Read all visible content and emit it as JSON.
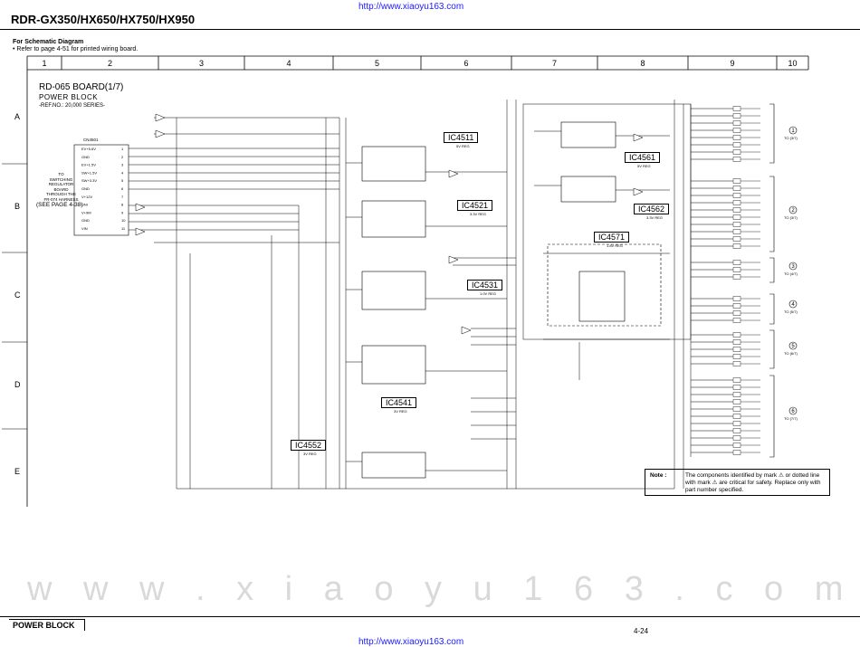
{
  "header": {
    "url": "http://www.xiaoyu163.com",
    "title": "RDR-GX350/HX650/HX750/HX950",
    "note_title": "For Schematic Diagram",
    "note_line": "• Refer to page 4-51 for printed wiring board."
  },
  "grid": {
    "columns": [
      "1",
      "2",
      "3",
      "4",
      "5",
      "6",
      "7",
      "8",
      "9",
      "10"
    ],
    "rows": [
      "A",
      "B",
      "C",
      "D",
      "E"
    ]
  },
  "board": {
    "name": "RD-065 BOARD(1/7)",
    "block": "POWER BLOCK",
    "ref": "-REF.NO.: 20,000 SERIES-"
  },
  "ics": [
    {
      "label": "IC4511",
      "sub": "5V REG"
    },
    {
      "label": "IC4521",
      "sub": "3.3V REG"
    },
    {
      "label": "IC4531",
      "sub": "1.0V REG"
    },
    {
      "label": "IC4541",
      "sub": "3V REG"
    },
    {
      "label": "IC4552",
      "sub": "3V REG"
    },
    {
      "label": "IC4561",
      "sub": "5V REG"
    },
    {
      "label": "IC4562",
      "sub": "3.3V REG"
    },
    {
      "label": "IC4571",
      "sub": "1.8V REG"
    }
  ],
  "connector": {
    "name": "CN4501",
    "pins": [
      "EV+5.6V",
      "GND",
      "EV+1.5V",
      "SW+1.5V",
      "SW+3.3V",
      "GND",
      "V+12V",
      "UNI",
      "V+9M",
      "GND",
      "VIN"
    ]
  },
  "left_labels": {
    "to": "TO",
    "switching": "SWITCHING",
    "regulator": "REGULATOR",
    "board": "BOARD",
    "through": "THROUGH THE",
    "harness": "FR-074 HARNESS",
    "see": "(SEE PAGE 4-38)"
  },
  "right_groups": [
    {
      "num": "1",
      "to": "TO (3/7)"
    },
    {
      "num": "2",
      "to": "TO (3/7)"
    },
    {
      "num": "3",
      "to": "TO (4/7)"
    },
    {
      "num": "4",
      "to": "TO (5/7)"
    },
    {
      "num": "5",
      "to": "TO (6/7)"
    },
    {
      "num": "6",
      "to": "TO (7/7)"
    }
  ],
  "note": {
    "heading": "Note :",
    "text": "The components identified by mark ⚠ or dotted line with mark ⚠ are critical for safety. Replace only with part number specified."
  },
  "footer": {
    "block": "POWER BLOCK",
    "page": "4-24"
  },
  "watermark": {
    "text": "w w w . x i a o y u 1 6 3 . c o m"
  },
  "colors": {
    "ink": "#000000",
    "url": "#1a1aff",
    "watermark": "#d9d9d9"
  }
}
